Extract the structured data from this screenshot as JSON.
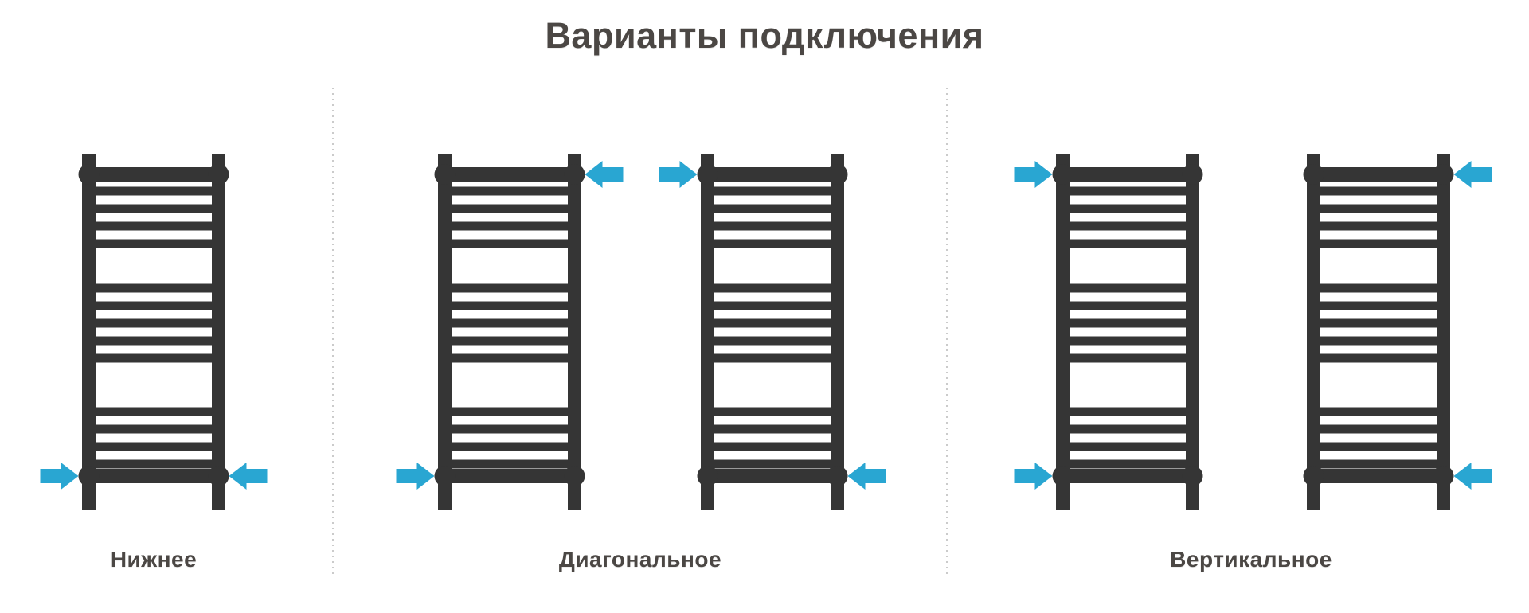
{
  "title": {
    "text": "Варианты подключения"
  },
  "colors": {
    "background": "#ffffff",
    "radiator": "#353535",
    "arrow": "#29a6d2",
    "separator_dots": "#cbcbcb",
    "text": "#4b4744"
  },
  "icons": {
    "radiator": "towel-rail-icon",
    "arrow": "flow-arrow-icon"
  },
  "sections": [
    {
      "id": "bottom",
      "label": "Нижнее",
      "radiators": [
        {
          "arrows": [
            {
              "position": "bottom-left",
              "direction": "right"
            },
            {
              "position": "bottom-right",
              "direction": "left"
            }
          ]
        }
      ]
    },
    {
      "id": "diagonal",
      "label": "Диагональное",
      "radiators": [
        {
          "arrows": [
            {
              "position": "top-right",
              "direction": "left"
            },
            {
              "position": "bottom-left",
              "direction": "right"
            }
          ]
        },
        {
          "arrows": [
            {
              "position": "top-left",
              "direction": "right"
            },
            {
              "position": "bottom-right",
              "direction": "left"
            }
          ]
        }
      ]
    },
    {
      "id": "vertical",
      "label": "Вертикальное",
      "radiators": [
        {
          "arrows": [
            {
              "position": "top-left",
              "direction": "right"
            },
            {
              "position": "bottom-left",
              "direction": "right"
            }
          ]
        },
        {
          "arrows": [
            {
              "position": "top-right",
              "direction": "left"
            },
            {
              "position": "bottom-right",
              "direction": "left"
            }
          ]
        }
      ]
    }
  ]
}
